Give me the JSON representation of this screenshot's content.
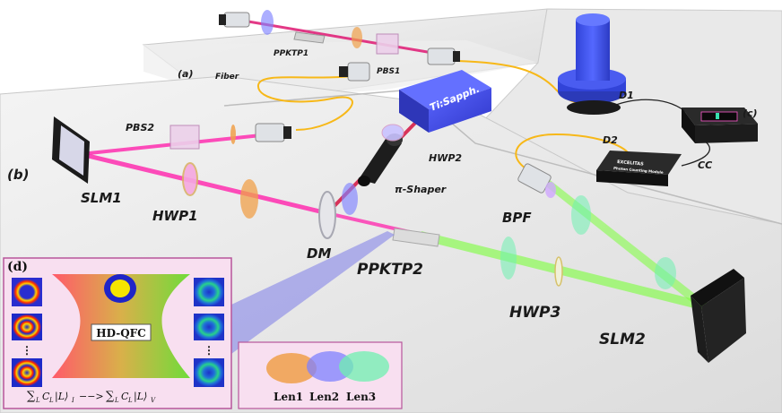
{
  "panels": {
    "a_label": "(a)",
    "b_label": "(b)",
    "c_label": "(c)",
    "d_label": "(d)"
  },
  "labels": {
    "ppktp1": "PPKTP1",
    "pbs1": "PBS1",
    "fiber": "Fiber",
    "ti_sapph": "Ti:Sapph.",
    "d1": "D1",
    "d2": "D2",
    "cc": "CC",
    "excelitas": "EXCELITAS",
    "excelitas_sub": "Photon Counting Module",
    "pbs2": "PBS2",
    "hwp2": "HWP2",
    "slm1": "SLM1",
    "hwp1": "HWP1",
    "pi_shaper": "π-Shaper",
    "bpf": "BPF",
    "dm": "DM",
    "ppktp2": "PPKTP2",
    "hwp3": "HWP3",
    "slm2": "SLM2"
  },
  "inset": {
    "center_label": "HD-QFC",
    "formula_left": "∑",
    "formula_text": "C",
    "formula_ket_l": "|L⟩",
    "formula_sub_l": "I",
    "formula_arrow": "−−>",
    "formula_sub_r": "V",
    "formula_sum_sub": "L"
  },
  "legend": {
    "len1": "Len1",
    "len2": "Len2",
    "len3": "Len3"
  },
  "colors": {
    "pump_red": "#e0247a",
    "beam_magenta": "#ff2fb0",
    "beam_green": "#7cff3a",
    "fiber_yellow": "#f7b818",
    "lens_orange": "#f0a04a",
    "lens_blue": "#7f82ff",
    "lens_green": "#6ff0b0",
    "detector_blue": "#4055e8",
    "inset_bg": "#f8dff0",
    "inset_border": "#b7569b"
  }
}
